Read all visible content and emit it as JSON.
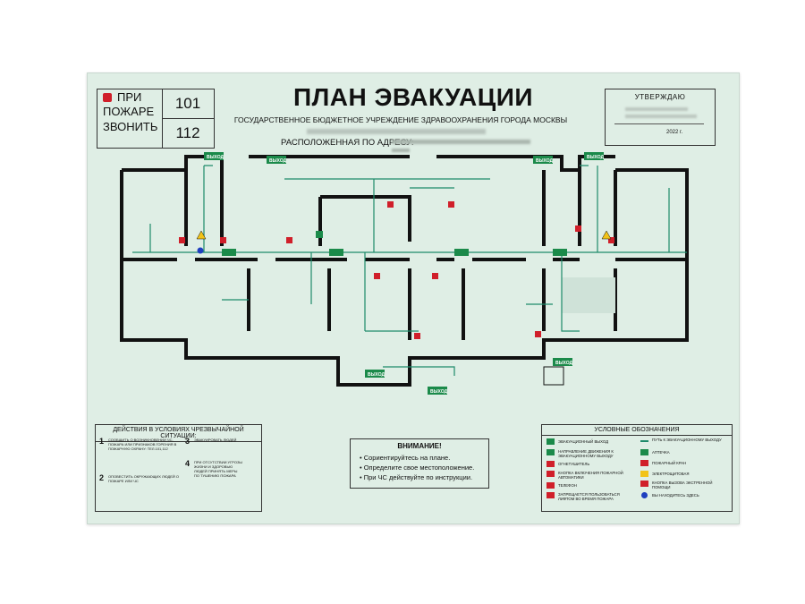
{
  "fire_box": {
    "line1": "ПРИ",
    "line2": "ПОЖАРЕ",
    "line3": "ЗВОНИТЬ",
    "num1": "101",
    "num2": "112"
  },
  "title": "ПЛАН ЭВАКУАЦИИ",
  "organization": "ГОСУДАРСТВЕННОЕ БЮДЖЕТНОЕ УЧРЕЖДЕНИЕ ЗДРАВООХРАНЕНИЯ ГОРОДА МОСКВЫ",
  "address_label": "РАСПОЛОЖЕННАЯ ПО АДРЕСУ:",
  "approval": {
    "title": "УТВЕРЖДАЮ",
    "year_text": "2022 г."
  },
  "exit_label": "ВЫХОД",
  "actions": {
    "title": "ДЕЙСТВИЯ В УСЛОВИЯХ ЧРЕЗВЫЧАЙНОЙ СИТУАЦИИ:",
    "steps": [
      {
        "n": "1",
        "text": "СООБЩИТЬ О ВОЗНИКНОВЕНИИ ЧС, ПОЖАРА ИЛИ ПРИЗНАКОВ ГОРЕНИЯ В ПОЖАРНУЮ ОХРАНУ: ТЕЛ.101,112"
      },
      {
        "n": "2",
        "text": "ОПОВЕСТИТЬ ОКРУЖАЮЩИХ ЛЮДЕЙ О ПОЖАРЕ ИЛИ ЧС"
      },
      {
        "n": "3",
        "text": "ЭВАКУИРОВАТЬ ЛЮДЕЙ"
      },
      {
        "n": "4",
        "text": "ПРИ ОТСУТСТВИИ УГРОЗЫ ЖИЗНИ И ЗДОРОВЬЮ ЛЮДЕЙ ПРИНЯТЬ МЕРЫ ПО ТУШЕНИЮ ПОЖАРА"
      }
    ]
  },
  "attention": {
    "title": "ВНИМАНИЕ!",
    "lines": [
      "• Сориентируйтесь на плане.",
      "• Определите свое местоположение.",
      "• При ЧС действуйте по инструкции."
    ]
  },
  "legend": {
    "title": "УСЛОВНЫЕ ОБОЗНАЧЕНИЯ",
    "left": [
      "ЭВАКУАЦИОННЫЙ ВЫХОД",
      "НАПРАВЛЕНИЕ ДВИЖЕНИЯ К ЭВАКУАЦИОННОМУ ВЫХОДУ",
      "ОГНЕТУШИТЕЛЬ",
      "КНОПКА ВКЛЮЧЕНИЯ ПОЖАРНОЙ АВТОМАТИКИ",
      "ТЕЛЕФОН",
      "ЗАПРЕЩАЕТСЯ ПОЛЬЗОВАТЬСЯ ЛИФТОМ ВО ВРЕМЯ ПОЖАРА"
    ],
    "right": [
      "ПУТЬ К ЭВАКУАЦИОННОМУ ВЫХОДУ",
      "АПТЕЧКА",
      "ПОЖАРНЫЙ КРАН",
      "ЭЛЕКТРОЩИТОВАЯ",
      "КНОПКА ВЫЗОВА ЭКСТРЕННОЙ ПОМОЩИ",
      "ВЫ НАХОДИТЕСЬ ЗДЕСЬ"
    ]
  },
  "colors": {
    "sheet": "#dfeee5",
    "exit_green": "#1b8a4a",
    "route": "#1e8a6a",
    "red": "#d01f2a",
    "wall": "#111111",
    "you_are_here": "#1f3fbf"
  }
}
